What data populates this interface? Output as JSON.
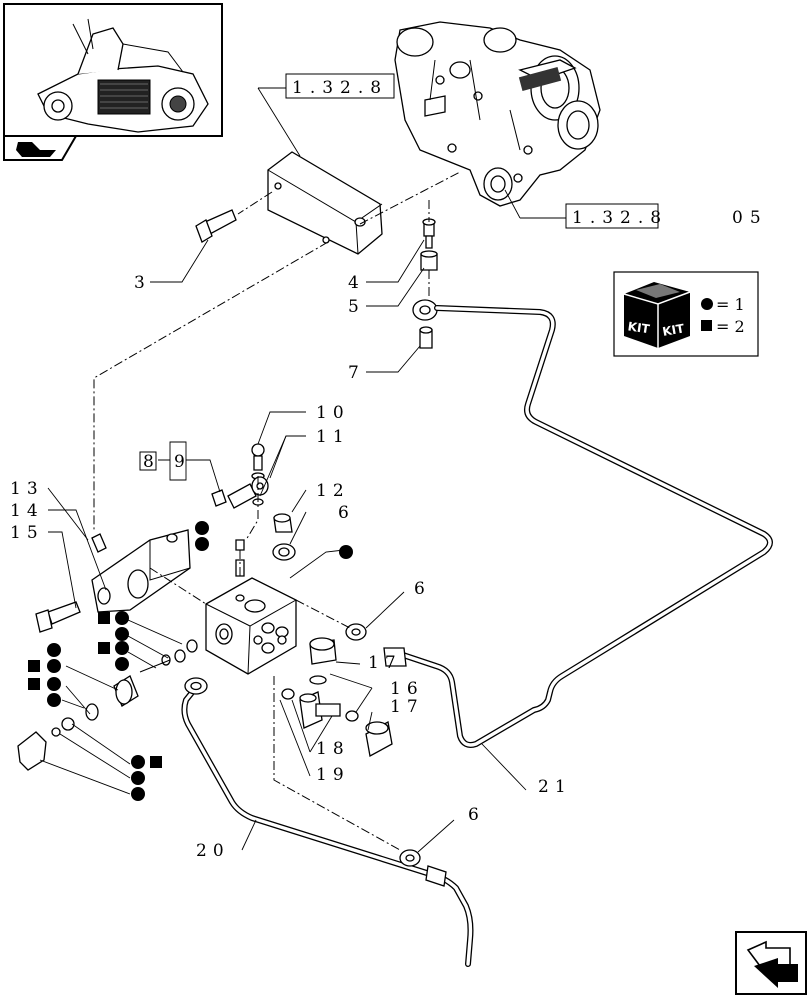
{
  "refs": {
    "top": "1.32.8",
    "right_a": "1.32.8",
    "right_b": "05",
    "box8": "8"
  },
  "kit": {
    "badge_left": "KIT",
    "badge_right": "KIT",
    "legend_circle": "= 1",
    "legend_square": "= 2"
  },
  "callouts": {
    "c3": "3",
    "c4": "4",
    "c5": "5",
    "c7": "7",
    "c9": "9",
    "c10": "10",
    "c11": "11",
    "c12": "12",
    "c6a": "6",
    "c6b": "6",
    "c6c": "6",
    "c13": "13",
    "c14": "14",
    "c15": "15",
    "c16": "16",
    "c17a": "17",
    "c17b": "17",
    "c18": "18",
    "c19": "19",
    "c20": "20",
    "c21": "21"
  },
  "legend_markers": {
    "circle_meaning": "1",
    "square_meaning": "2"
  },
  "icons": [
    "tractor-thumbnail",
    "page-nav-icon",
    "kit-box-icon",
    "next-page-icon"
  ]
}
